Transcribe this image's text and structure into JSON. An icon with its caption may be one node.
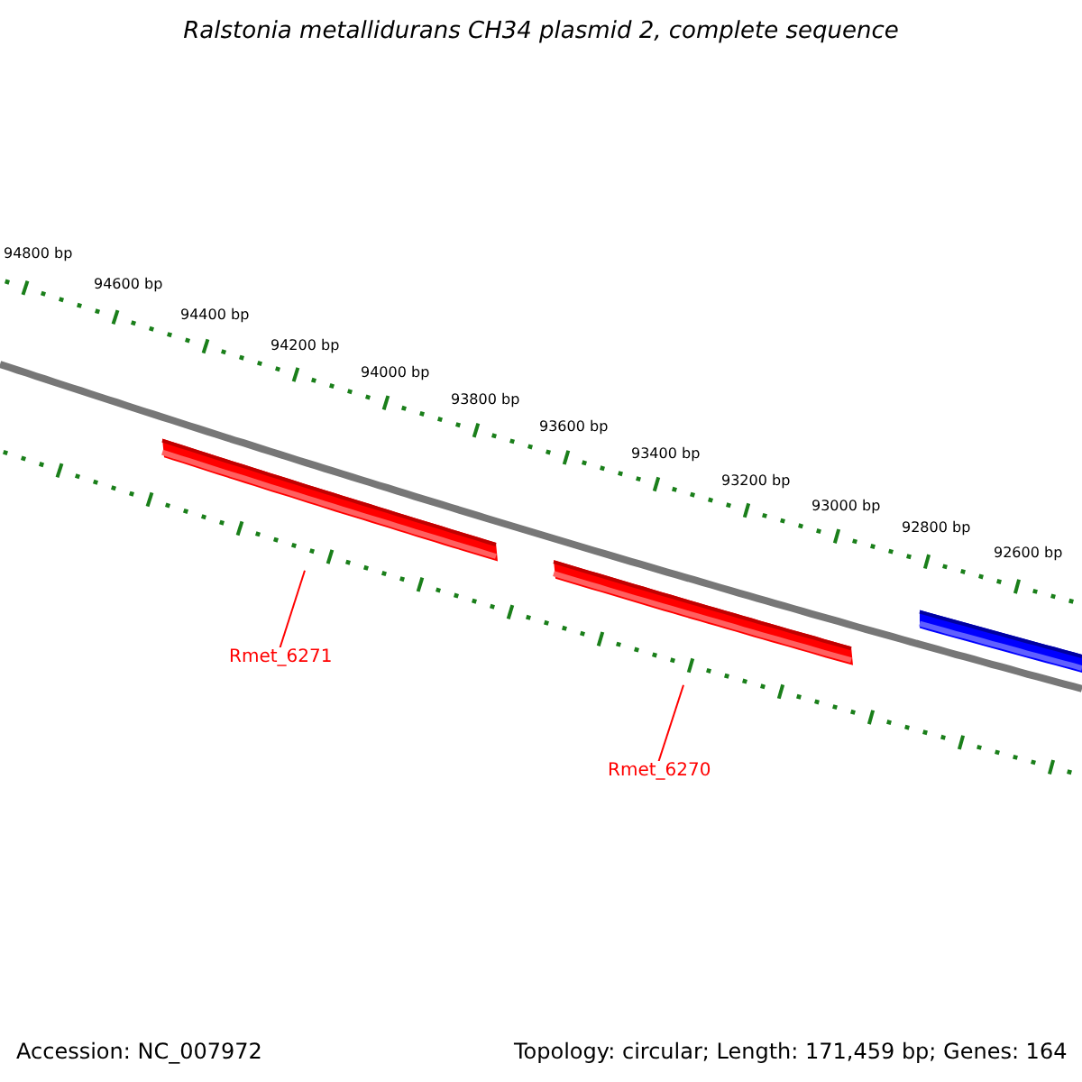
{
  "diagram": {
    "title": "Ralstonia metallidurans CH34 plasmid 2, complete sequence",
    "nodes": [
      {
        "text": [],
        "shape": "bar"
      },
      {
        "text": [],
        "shape": "bar"
      },
      {
        "text": [],
        "shape": "bar"
      },
      {
        "text": [
          "Rmet_6271"
        ]
      },
      {
        "text": [
          "Rmet_6270"
        ]
      }
    ],
    "edges": [
      {
        "from": 3,
        "to": 0,
        "arrow": "none"
      },
      {
        "from": 4,
        "to": 1,
        "arrow": "none"
      }
    ],
    "labels": [
      "94800 bp",
      "94600 bp",
      "94400 bp",
      "94200 bp",
      "94000 bp",
      "93800 bp",
      "93600 bp",
      "93400 bp",
      "93200 bp",
      "93000 bp",
      "92800 bp",
      "92600 bp",
      "Accession: NC_007972",
      "Topology: circular; Length: 171,459 bp; Genes: 164"
    ]
  }
}
